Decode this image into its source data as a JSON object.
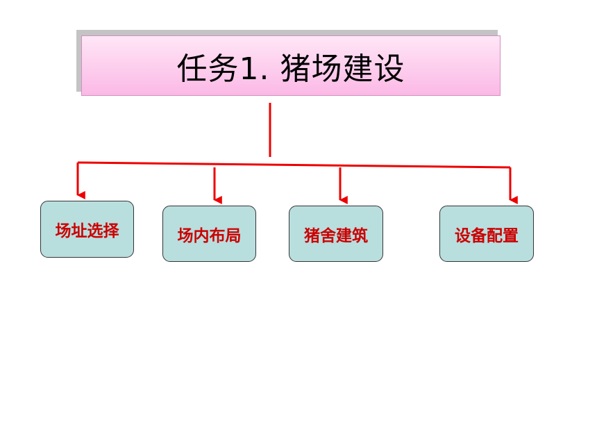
{
  "title": "任务1. 猪场建设",
  "nodes": [
    {
      "label": "场址选择"
    },
    {
      "label": "场内布局"
    },
    {
      "label": "猪舍建筑"
    },
    {
      "label": "设备配置"
    }
  ],
  "colors": {
    "connector": "#ee0000",
    "node_fill": "#b9dede",
    "node_text": "#cc0000",
    "title_fill_top": "#ffe6f6",
    "title_fill_bottom": "#fbb9e6"
  }
}
